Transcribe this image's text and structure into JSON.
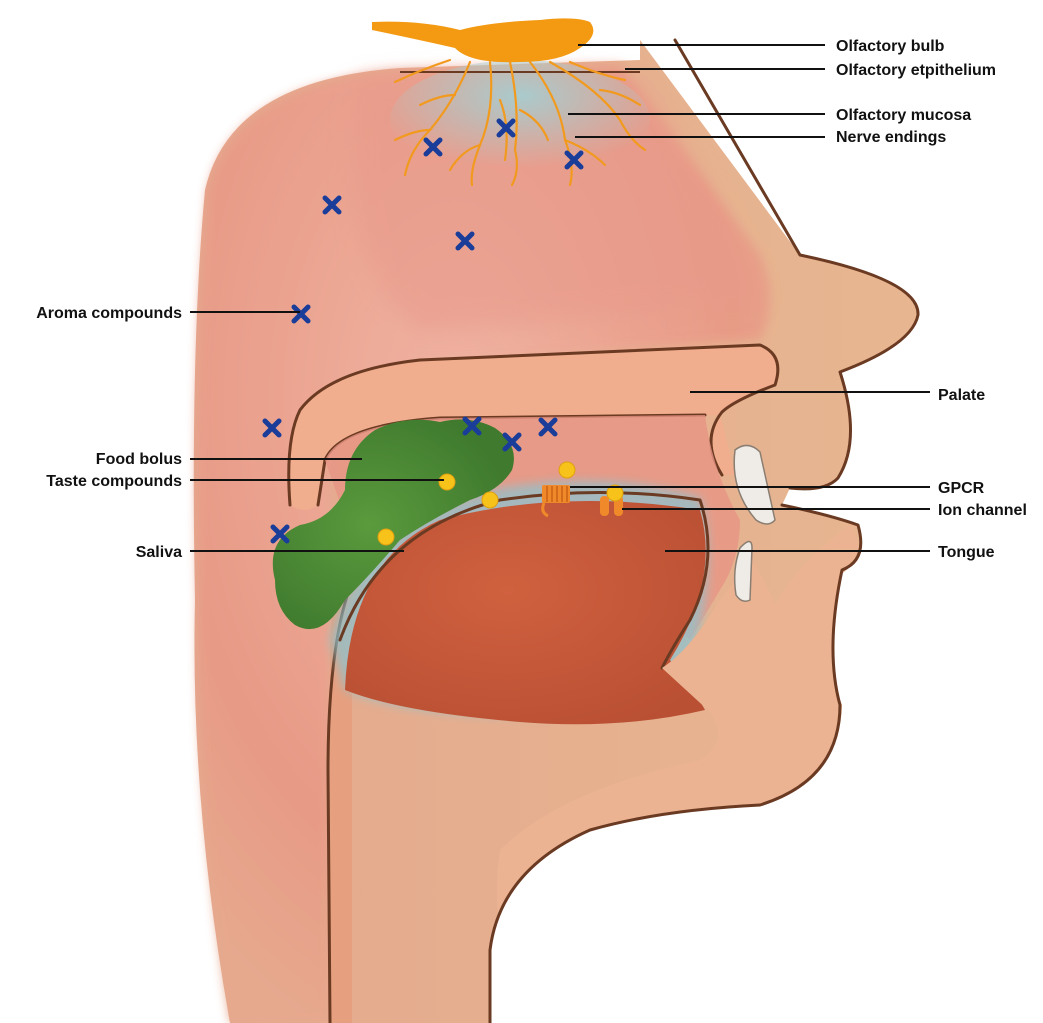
{
  "labels": {
    "olfactory_bulb": "Olfactory bulb",
    "olfactory_epithelium": "Olfactory etpithelium",
    "olfactory_mucosa": "Olfactory mucosa",
    "nerve_endings": "Nerve endings",
    "aroma_compounds": "Aroma compounds",
    "palate": "Palate",
    "food_bolus": "Food bolus",
    "taste_compounds": "Taste compounds",
    "gpcr": "GPCR",
    "ion_channel": "Ion channel",
    "saliva": "Saliva",
    "tongue": "Tongue"
  },
  "colors": {
    "skin": "#e9b48f",
    "cavity": "#e8a08a",
    "tongue": "#c95c3c",
    "bulb": "#f39a12",
    "mucosa": "#9cc6cc",
    "bolus": "#4a8a34",
    "aroma_marker": "#1a3d9a",
    "taste_compound": "#f7c21a",
    "receptor": "#f0892a",
    "outline": "#6b3a22"
  },
  "icons": {
    "aroma_marker": "x-mark-icon",
    "taste_compound": "yellow-dot-icon"
  }
}
